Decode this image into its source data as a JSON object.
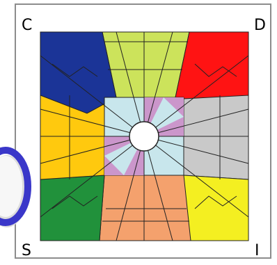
{
  "corners": {
    "top_left": "C",
    "top_right": "D",
    "bottom_left": "S",
    "bottom_right": "I"
  },
  "colors": {
    "top": "#cce35b",
    "top_right": "#ff1313",
    "right": "#c9c9c9",
    "bottom_right": "#f4ef21",
    "bottom": "#f4a16d",
    "bottom_left": "#21913b",
    "left": "#ffc90e",
    "top_left": "#1b3497",
    "inner_lilac": "#cb96cb",
    "inner_cyan": "#c8e6ec",
    "frame_border": "#8c8c8c",
    "side_object_blue": "#3a37c9"
  },
  "icons": {
    "side_object": "blue-ring-object-icon"
  }
}
